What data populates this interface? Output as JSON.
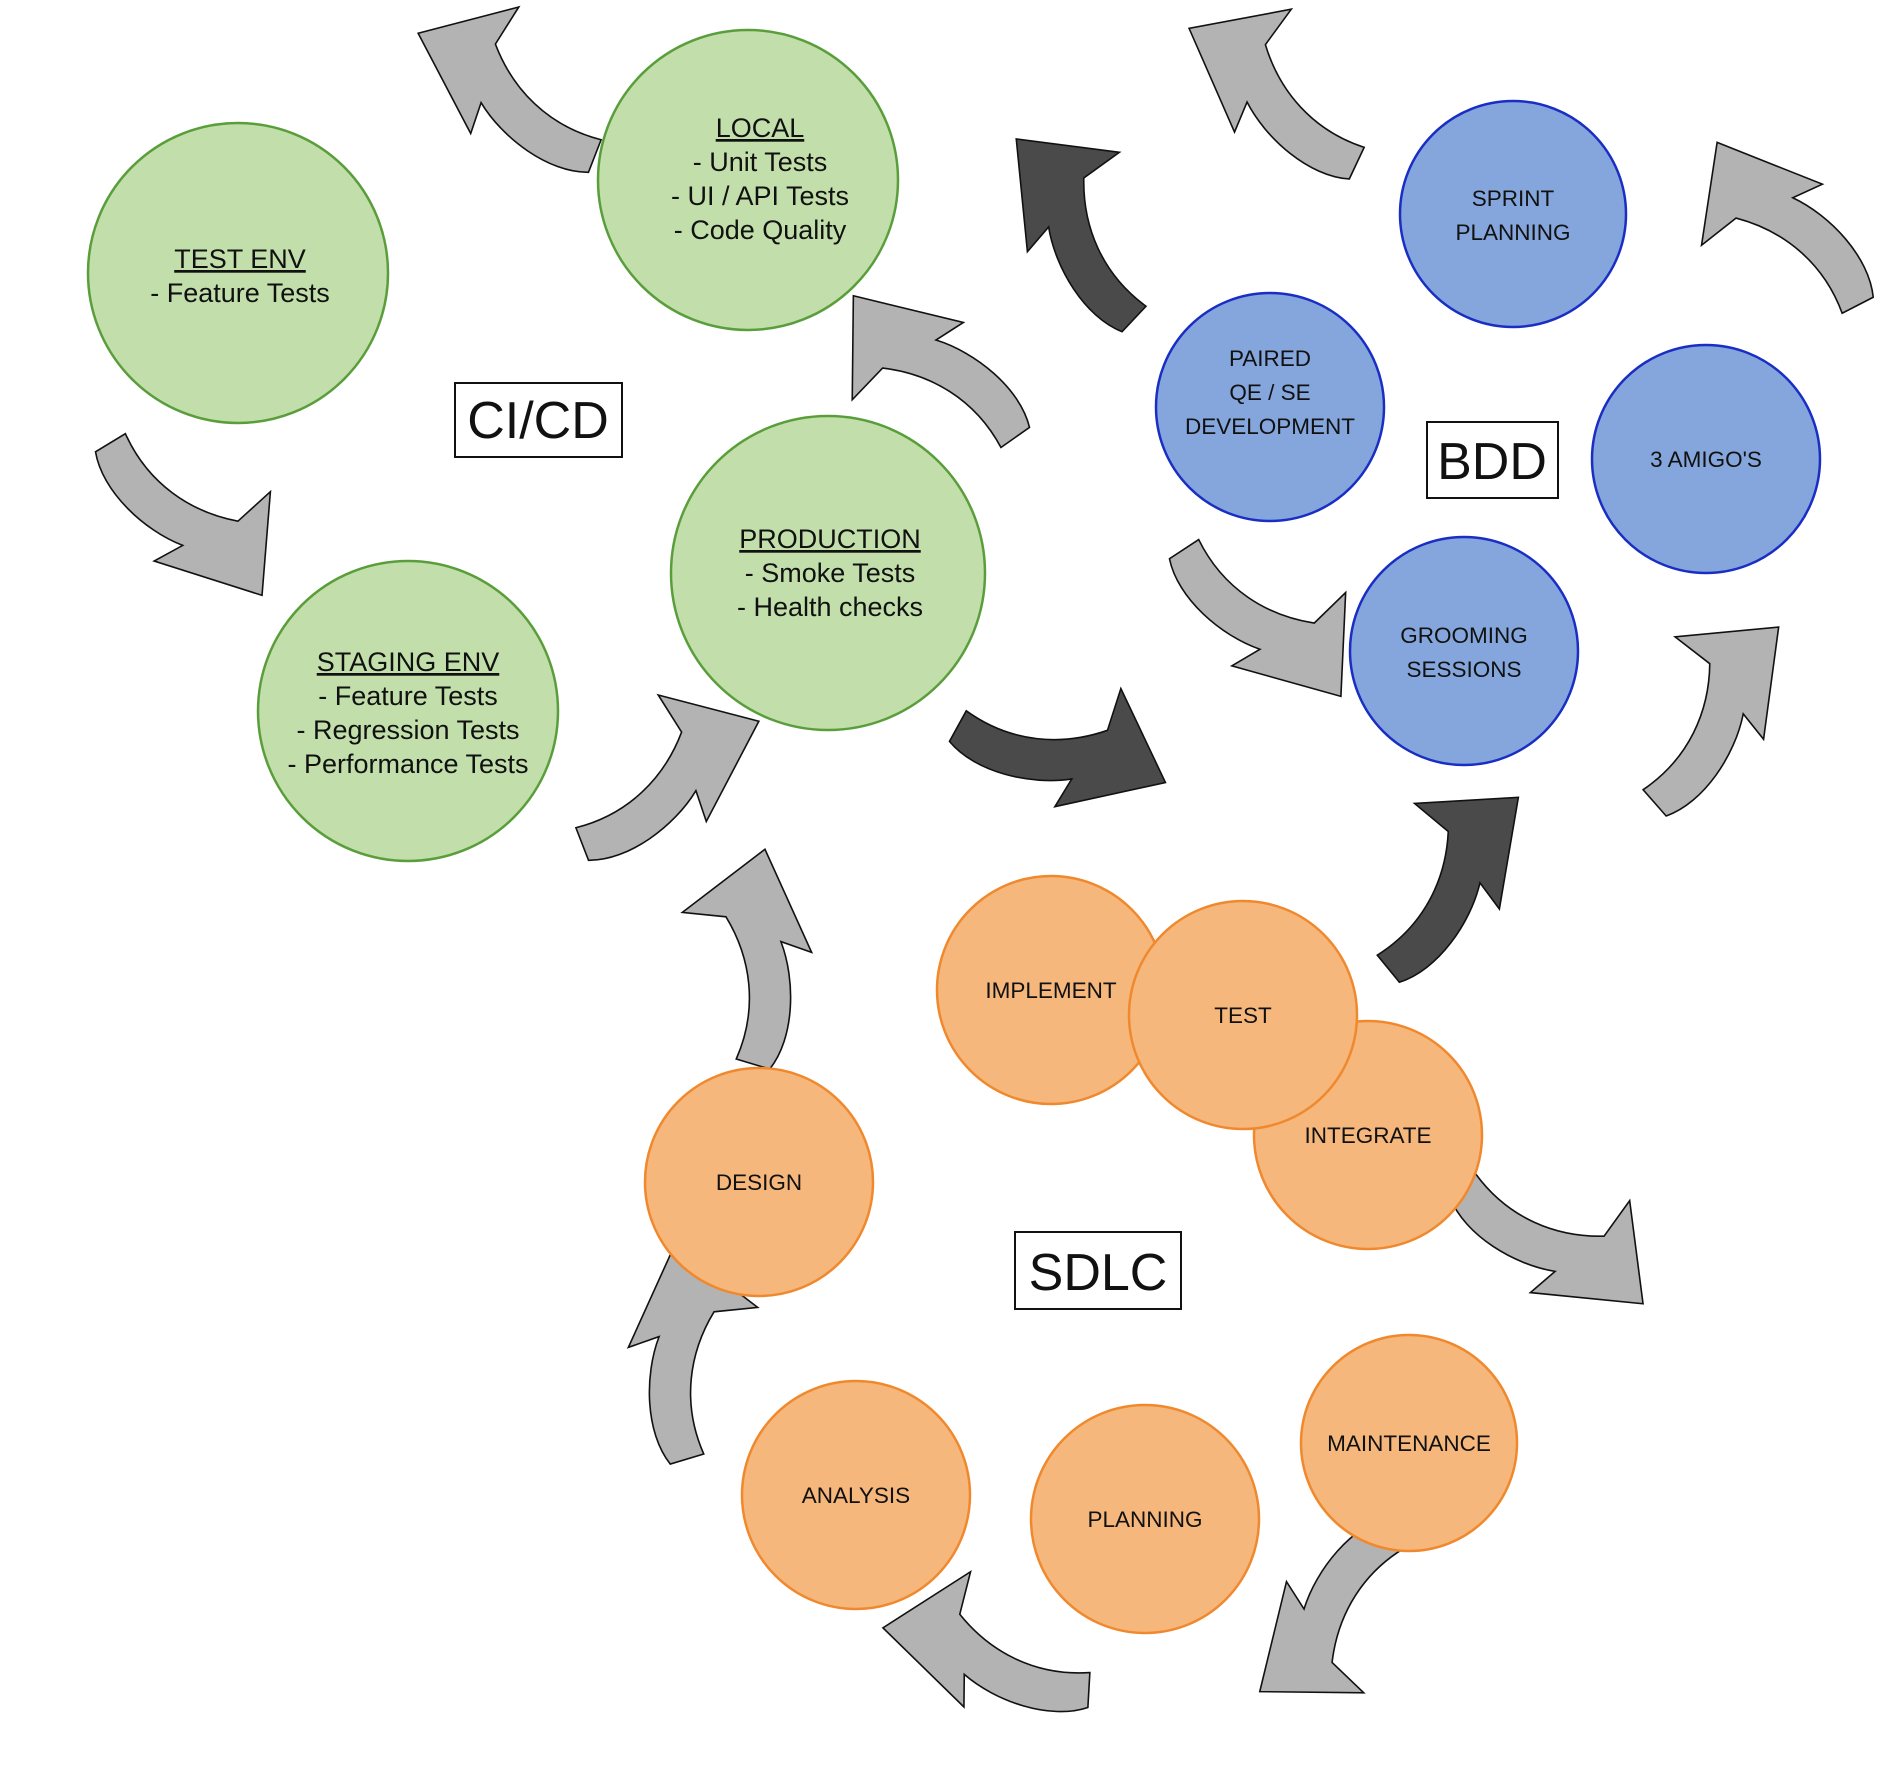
{
  "sections": {
    "cicd": "CI/CD",
    "bdd": "BDD",
    "sdlc": "SDLC"
  },
  "cicd": {
    "local": {
      "title": "LOCAL",
      "lines": [
        "- Unit Tests",
        "- UI / API Tests",
        "- Code Quality"
      ]
    },
    "test_env": {
      "title": "TEST ENV",
      "lines": [
        "- Feature Tests"
      ]
    },
    "staging": {
      "title": "STAGING ENV",
      "lines": [
        "- Feature Tests",
        "- Regression Tests",
        "- Performance Tests"
      ]
    },
    "production": {
      "title": "PRODUCTION",
      "lines": [
        "- Smoke Tests",
        "- Health checks"
      ]
    }
  },
  "bdd": {
    "sprint_planning": [
      "SPRINT",
      "PLANNING"
    ],
    "paired_dev": [
      "PAIRED",
      "QE / SE",
      "DEVELOPMENT"
    ],
    "three_amigos": [
      "3 AMIGO'S"
    ],
    "grooming": [
      "GROOMING",
      "SESSIONS"
    ]
  },
  "sdlc": {
    "implement": "IMPLEMENT",
    "test": "TEST",
    "integrate": "INTEGRATE",
    "design": "DESIGN",
    "maintenance": "MAINTENANCE",
    "planning": "PLANNING",
    "analysis": "ANALYSIS"
  },
  "colors": {
    "cicd_fill": "#c2dfab",
    "cicd_stroke": "#5a9e3c",
    "bdd_fill": "#84a6dc",
    "bdd_stroke": "#1a2ec4",
    "sdlc_fill": "#f5b77b",
    "sdlc_stroke": "#f0892e",
    "arrow_light": "#b3b3b3",
    "arrow_dark": "#4a4a4a"
  }
}
